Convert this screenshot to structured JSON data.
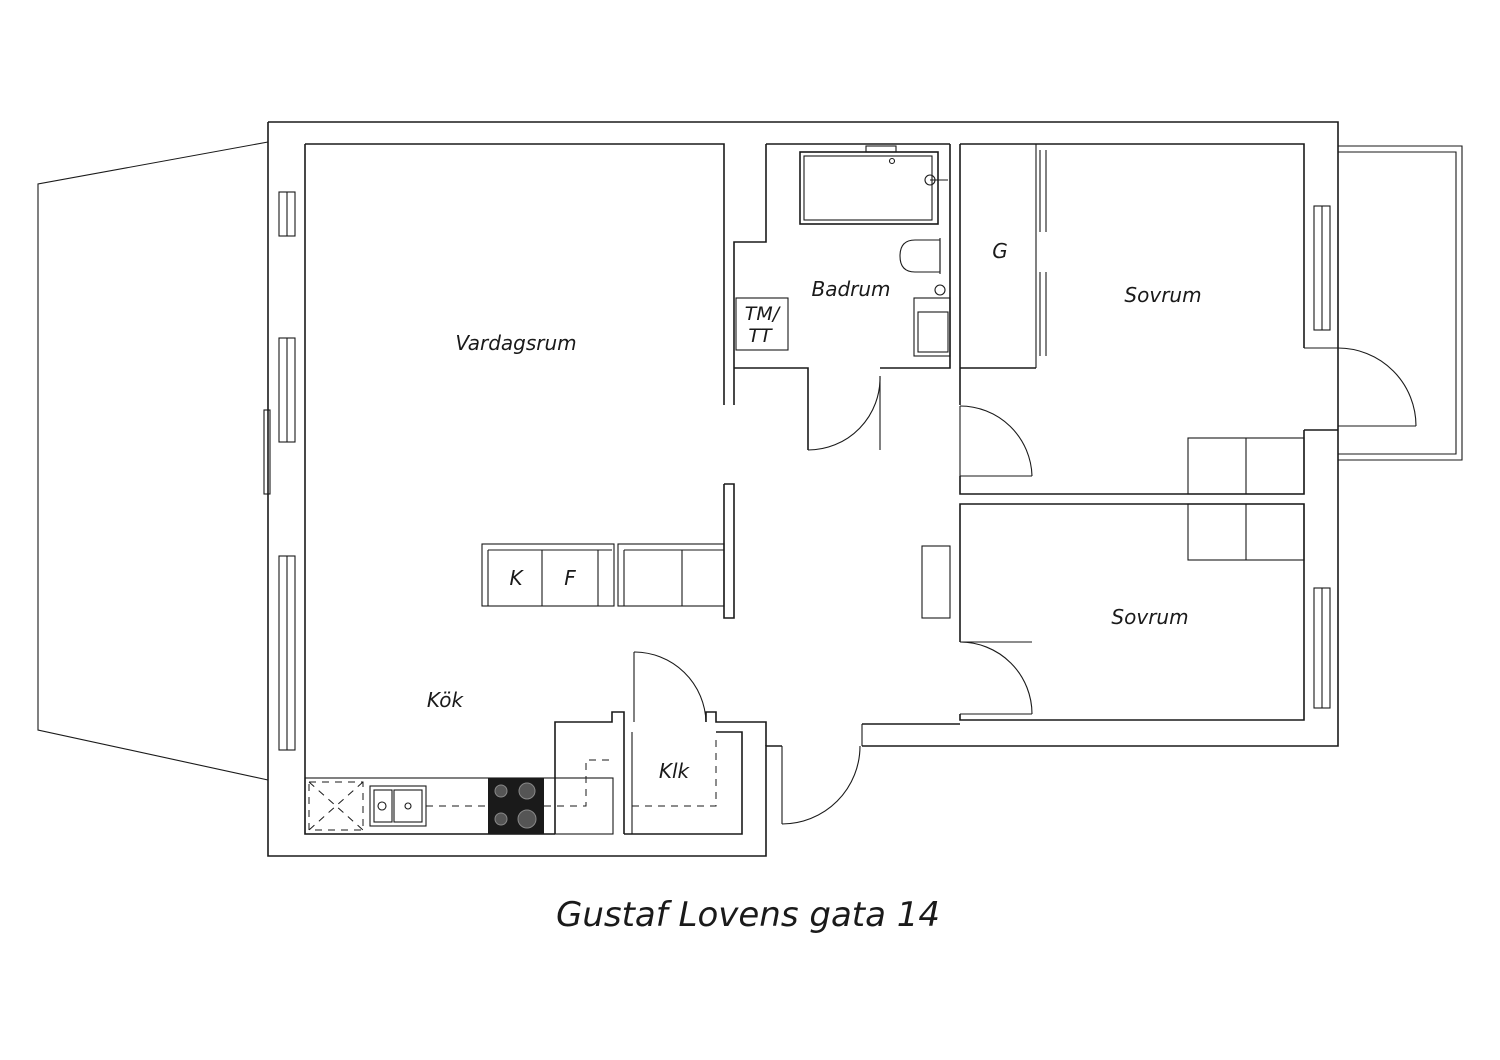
{
  "rooms": {
    "living": "Vardagsrum",
    "bath": "Badrum",
    "wardrobe": "G",
    "bedroom1": "Sovrum",
    "bedroom2": "Sovrum",
    "kitchen": "Kök",
    "closet": "Klk",
    "laundry_line1": "TM/",
    "laundry_line2": "TT",
    "fridge": "K",
    "freezer": "F"
  },
  "address": "Gustaf Lovens gata 14"
}
